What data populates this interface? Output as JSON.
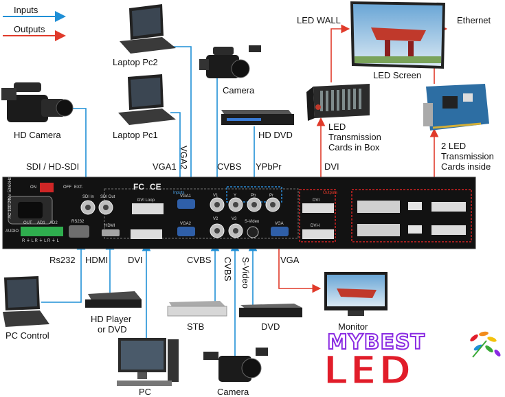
{
  "legend": {
    "inputs": "Inputs",
    "outputs": "Outputs"
  },
  "devices": {
    "laptop_pc2": "Laptop Pc2",
    "laptop_pc1": "Laptop Pc1",
    "hd_camera": "HD Camera",
    "camera_top": "Camera",
    "hd_dvd": "HD DVD",
    "led_wall": "LED WALL",
    "led_screen": "LED Screen",
    "ethernet": "Ethernet",
    "led_box_line1": "LED",
    "led_box_line2": "Transmission",
    "led_box_line3": "Cards in Box",
    "cards_line1": "2 LED",
    "cards_line2": "Transmission",
    "cards_line3": "Cards inside",
    "pc_control": "PC Control",
    "hd_player_line1": "HD Player",
    "hd_player_line2": "or DVD",
    "pc": "PC",
    "stb": "STB",
    "dvd": "DVD",
    "camera_bottom": "Camera",
    "monitor": "Monitor"
  },
  "top_port_labels": {
    "sdi": "SDI / HD-SDI",
    "vga1": "VGA1",
    "vga2": "VGA2",
    "cvbs": "CVBS",
    "ypbpr": "YPbPr",
    "dvi": "DVI"
  },
  "bottom_port_labels": {
    "rs232": "Rs232",
    "hdmi": "HDMI",
    "dvi": "DVI",
    "cvbs": "CVBS",
    "cvbs_vertical": "CVBS",
    "svideo": "S-Video",
    "vga": "VGA"
  },
  "panel": {
    "on": "ON",
    "off": "OFF",
    "ext": "EXT.",
    "sdi_in": "SDI In",
    "sdi_out": "SDI Out",
    "dvi_loop": "DVI Loop",
    "fc": "FC",
    "ce": "CE",
    "inputs_tag": "Inputs",
    "outputs_tag": "Outputs",
    "vga1": "VGA1",
    "vga2": "VGA2",
    "v1": "V1",
    "v2": "V2",
    "v3": "V3",
    "y": "Y",
    "pb": "Pb",
    "pr": "Pr",
    "svideo": "S-Video",
    "vga": "VGA",
    "dvi": "DVI",
    "dvi_i": "DVI-I",
    "hdmi": "HDMI",
    "rs232": "RS232",
    "audio": "AUDIO",
    "out": "OUT",
    "ad1": "AD1",
    "ad2": "AD2",
    "rl_row": "R ⏚ L R ⏚ L R ⏚ L",
    "power_spec": "AC 100-240V 50/60Hz"
  },
  "logo": {
    "my": "MY",
    "best": "BEST",
    "led": "LED"
  },
  "colors": {
    "input_line": "#1f8fd6",
    "output_line": "#e03a2a",
    "panel": "#111111",
    "dashed": "#d22222"
  }
}
